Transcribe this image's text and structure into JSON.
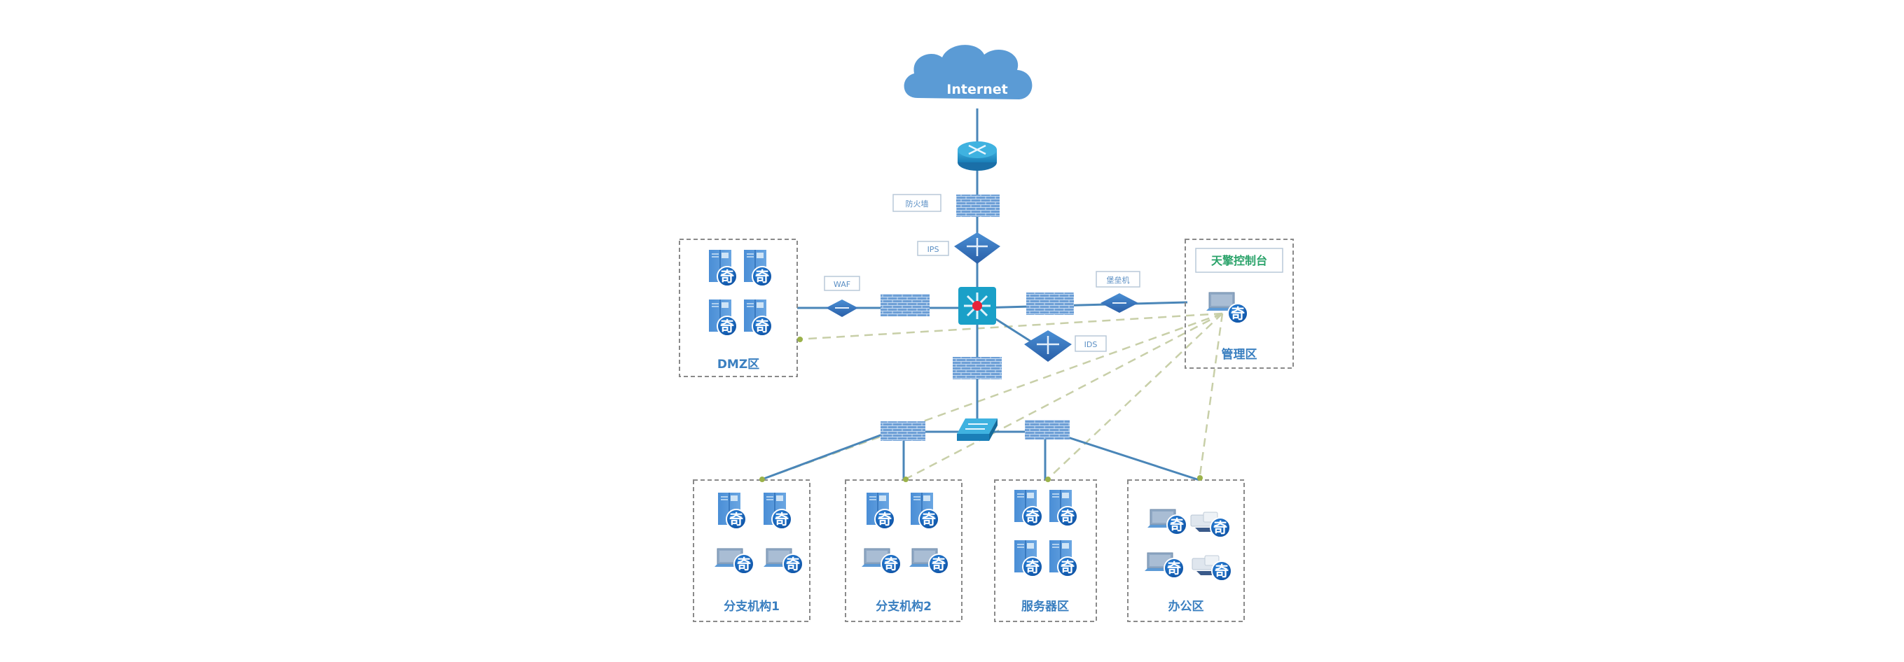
{
  "diagram": {
    "type": "network-topology",
    "cloud": {
      "label": "Internet"
    },
    "device_labels": {
      "firewall_top": "防火墙",
      "ips": "IPS",
      "waf": "WAF",
      "bastion": "堡垒机",
      "ids": "IDS"
    },
    "zones": {
      "dmz": {
        "label": "DMZ区",
        "endpoints": [
          "server",
          "server",
          "server",
          "server"
        ]
      },
      "mgmt": {
        "label": "管理区",
        "console_label": "天擎控制台",
        "endpoints": [
          "console-pc"
        ]
      },
      "branch1": {
        "label": "分支机构1",
        "endpoints": [
          "server",
          "server",
          "laptop",
          "laptop"
        ]
      },
      "branch2": {
        "label": "分支机构2",
        "endpoints": [
          "server",
          "server",
          "laptop",
          "laptop"
        ]
      },
      "servers": {
        "label": "服务器区",
        "endpoints": [
          "server",
          "server",
          "server",
          "server"
        ]
      },
      "office": {
        "label": "办公区",
        "endpoints": [
          "laptop",
          "mobile",
          "laptop",
          "mobile"
        ]
      }
    },
    "agent_badge": {
      "glyph": "奇",
      "meaning": "security-agent"
    },
    "colors": {
      "device_blue": "#3f86c8",
      "core_teal": "#1aa0c8",
      "link": "#4a86b8",
      "managed_link": "#c8cfa8",
      "zone_border": "#8a8a8a",
      "cloud": "#5b9bd5",
      "badge": "#1565c0",
      "console_label": "#2aa36a"
    },
    "connections": [
      {
        "from": "Internet",
        "to": "router",
        "kind": "solid"
      },
      {
        "from": "router",
        "to": "防火墙",
        "kind": "solid"
      },
      {
        "from": "防火墙",
        "to": "IPS",
        "kind": "solid"
      },
      {
        "from": "IPS",
        "to": "core-switch",
        "kind": "solid"
      },
      {
        "from": "core-switch",
        "to": "firewall-left",
        "kind": "solid"
      },
      {
        "from": "firewall-left",
        "to": "WAF",
        "kind": "solid"
      },
      {
        "from": "WAF",
        "to": "DMZ区",
        "kind": "solid"
      },
      {
        "from": "core-switch",
        "to": "firewall-right",
        "kind": "solid"
      },
      {
        "from": "firewall-right",
        "to": "堡垒机",
        "kind": "solid"
      },
      {
        "from": "堡垒机",
        "to": "管理区",
        "kind": "solid"
      },
      {
        "from": "core-switch",
        "to": "IDS",
        "kind": "solid"
      },
      {
        "from": "core-switch",
        "to": "firewall-lower",
        "kind": "solid"
      },
      {
        "from": "firewall-lower",
        "to": "access-switch",
        "kind": "solid"
      },
      {
        "from": "access-switch",
        "to": "firewall-branch",
        "kind": "solid"
      },
      {
        "from": "access-switch",
        "to": "firewall-server",
        "kind": "solid"
      },
      {
        "from": "firewall-branch",
        "to": "分支机构1",
        "kind": "solid"
      },
      {
        "from": "firewall-branch",
        "to": "分支机构2",
        "kind": "solid"
      },
      {
        "from": "firewall-server",
        "to": "服务器区",
        "kind": "solid"
      },
      {
        "from": "firewall-server",
        "to": "办公区",
        "kind": "solid"
      },
      {
        "from": "天擎控制台",
        "to": "DMZ区",
        "kind": "dashed"
      },
      {
        "from": "天擎控制台",
        "to": "分支机构1",
        "kind": "dashed"
      },
      {
        "from": "天擎控制台",
        "to": "分支机构2",
        "kind": "dashed"
      },
      {
        "from": "天擎控制台",
        "to": "服务器区",
        "kind": "dashed"
      },
      {
        "from": "天擎控制台",
        "to": "办公区",
        "kind": "dashed"
      }
    ]
  }
}
